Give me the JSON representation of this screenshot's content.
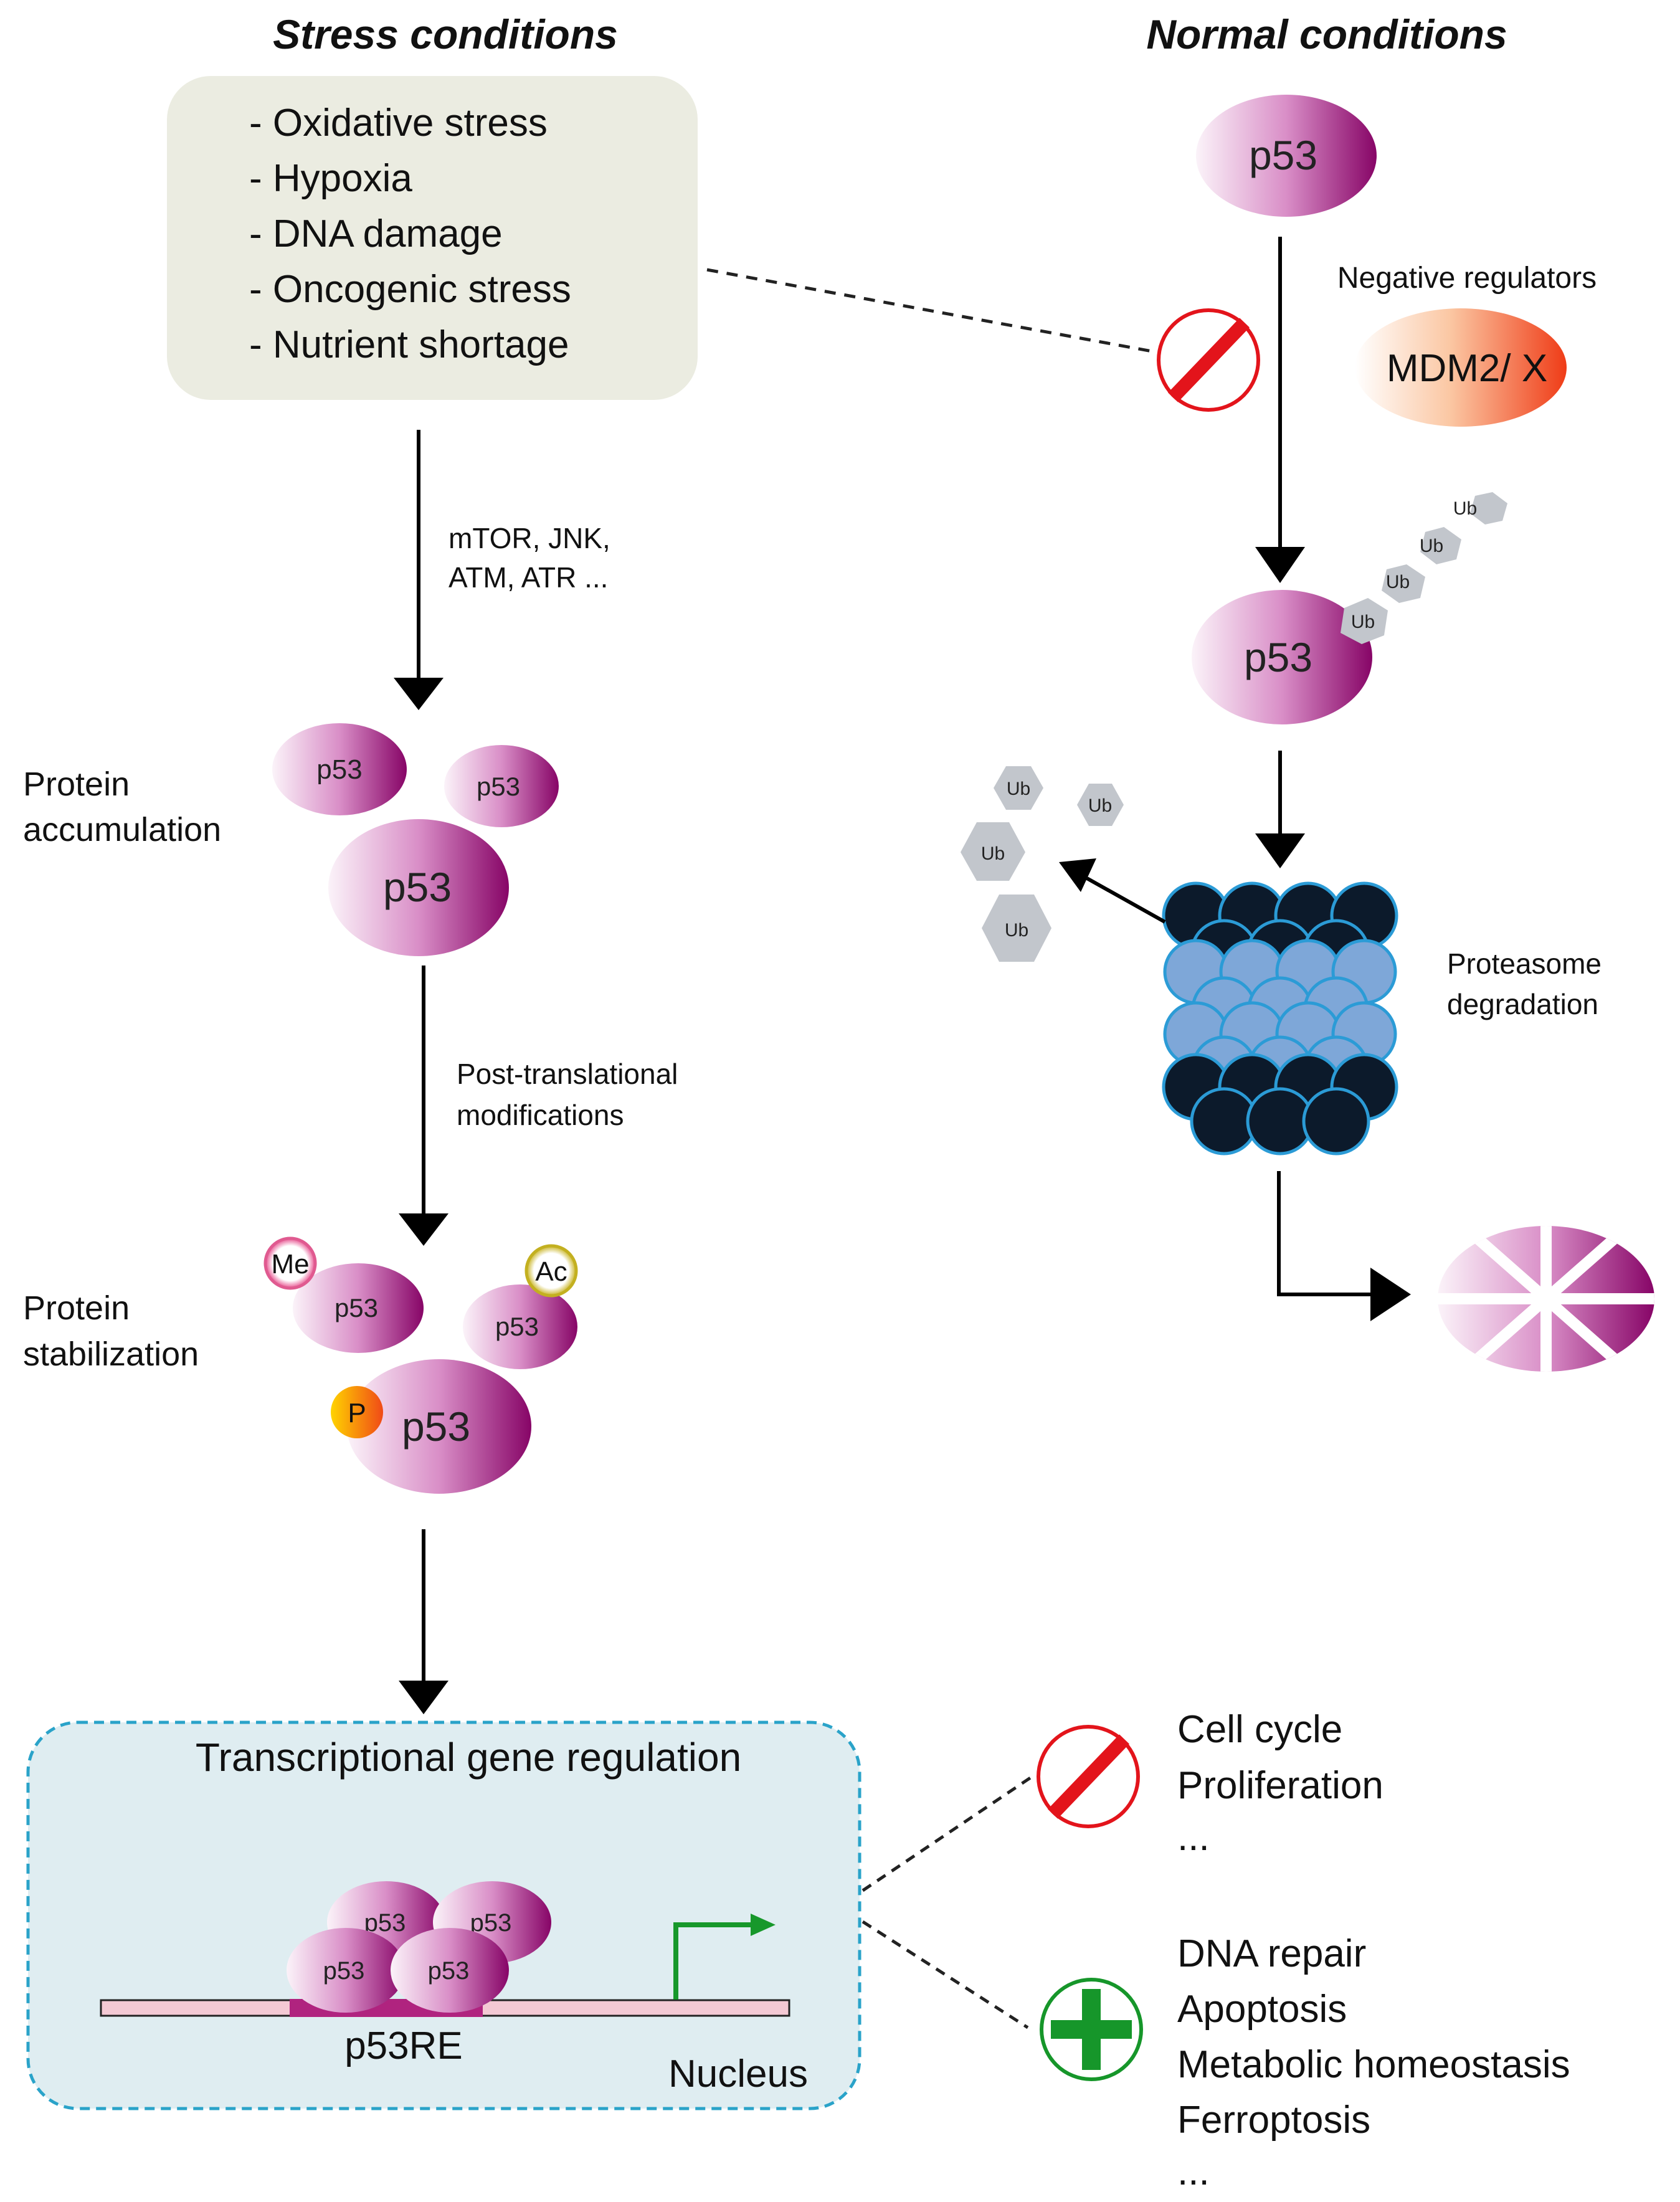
{
  "titles": {
    "stress": "Stress conditions",
    "normal": "Normal conditions"
  },
  "stress_list": [
    "- Oxidative stress",
    "- Hypoxia",
    "- DNA damage",
    "- Oncogenic stress",
    "- Nutrient shortage"
  ],
  "kinases_label": [
    "mTOR, JNK,",
    "ATM, ATR ..."
  ],
  "protein_accumulation_label": [
    "Protein",
    "accumulation"
  ],
  "ptm_label": [
    "Post-translational",
    "modifications"
  ],
  "protein_stabilization_label": [
    "Protein",
    "stabilization"
  ],
  "protein_name": "p53",
  "modifications": {
    "methyl": "Me",
    "acetyl": "Ac",
    "phospho": "P"
  },
  "negative_regulators_label": "Negative regulators",
  "mdm2_label": "MDM2/ X",
  "ubiquitin_label": "Ub",
  "proteasome_label": [
    "Proteasome",
    "degradation"
  ],
  "nucleus": {
    "title": "Transcriptional gene regulation",
    "element_label": "p53RE",
    "compartment_label": "Nucleus"
  },
  "inhibited_outcomes": [
    "Cell cycle",
    "Proliferation",
    "..."
  ],
  "activated_outcomes": [
    "DNA repair",
    "Apoptosis",
    "Metabolic homeostasis",
    "Ferroptosis",
    "..."
  ],
  "colors": {
    "p53_dark": "#8a0a6a",
    "p53_light": "#f7eaf4",
    "stress_box": "#ebece1",
    "nucleus_box": "#dfedf1",
    "nucleus_border": "#2aa3c9",
    "inhibit_red": "#e3141b",
    "activate_green": "#16962a",
    "proteasome_dark": "#0c1a2b",
    "proteasome_light": "#7ea7d8",
    "ubiquitin_gray": "#c2c6cc",
    "mdm2_orange": "#f04a1e"
  }
}
